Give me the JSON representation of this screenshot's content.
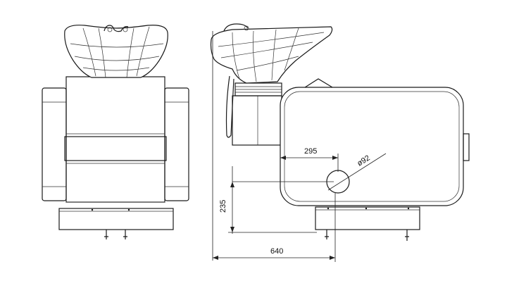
{
  "dimensions": {
    "depth_arm": "295",
    "hole_diameter": "ø92",
    "height": "235",
    "total_length": "640"
  }
}
